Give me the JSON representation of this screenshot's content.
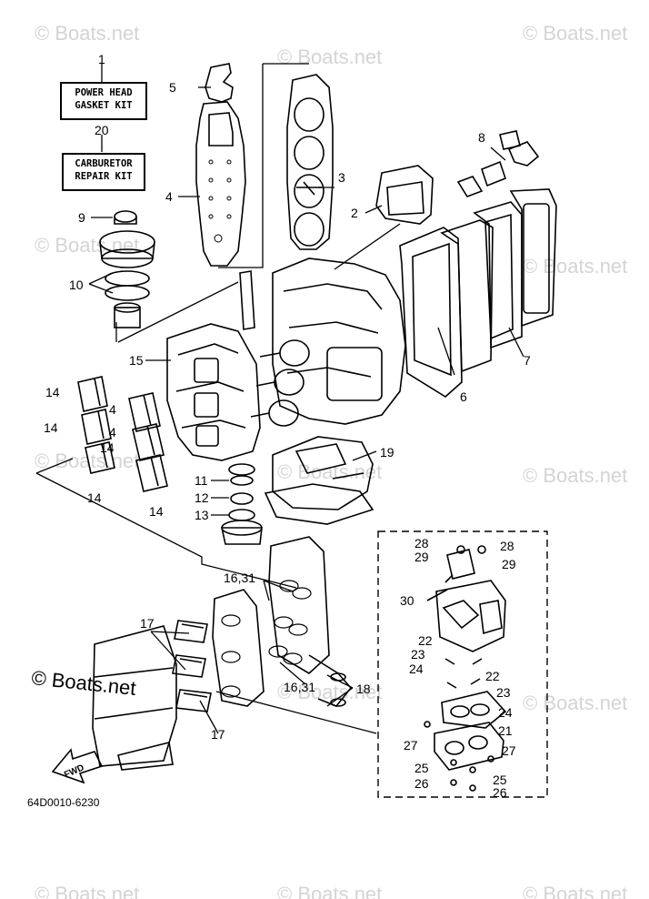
{
  "watermark": "© Boats.net",
  "kits": {
    "power_head": {
      "line1": "POWER HEAD",
      "line2": "GASKET KIT",
      "ref": "1"
    },
    "carburetor": {
      "line1": "CARBURETOR",
      "line2": "REPAIR KIT",
      "ref": "20"
    }
  },
  "callouts": {
    "c2": "2",
    "c3": "3",
    "c4": "4",
    "c5": "5",
    "c6": "6",
    "c7": "7",
    "c8": "8",
    "c9": "9",
    "c10": "10",
    "c11": "11",
    "c12": "12",
    "c13": "13",
    "c14a": "14",
    "c14b": "14",
    "c14c": "4",
    "c14d": "14",
    "c14e": "4",
    "c14f": "14",
    "c14g": "14",
    "c15": "15",
    "c16a": "16,31",
    "c16b": "16,31",
    "c17a": "17",
    "c17b": "17",
    "c18": "18",
    "c19": "19",
    "c21": "21",
    "c22a": "22",
    "c22b": "22",
    "c23a": "23",
    "c23b": "23",
    "c24a": "24",
    "c24b": "24",
    "c25a": "25",
    "c25b": "25",
    "c26a": "26",
    "c26b": "26",
    "c27a": "27",
    "c27b": "27",
    "c28a": "28",
    "c28b": "28",
    "c29a": "29",
    "c29b": "29",
    "c30": "30"
  },
  "fwd_label": "FWD",
  "diagram_code": "64D0010-6230"
}
